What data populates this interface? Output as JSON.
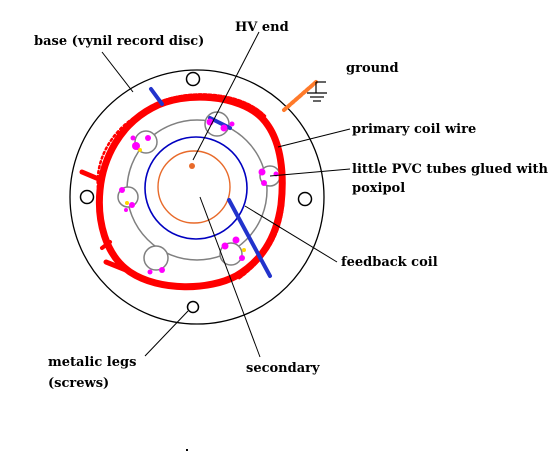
{
  "labels": {
    "hv_end": "HV end",
    "base": "base (vynil record disc)",
    "ground": "ground",
    "primary": "primary coil wire",
    "tubes_line1": "little PVC tubes glued with",
    "tubes_line2": "poxipol",
    "feedback": "feedback coil",
    "legs_line1": "metalic legs",
    "legs_line2": "(screws)",
    "secondary": "secondary"
  },
  "colors": {
    "outline": "#000000",
    "primary_coil": "#ff0000",
    "feedback_coil": "#0000c0",
    "secondary_coil": "#e86a2a",
    "support_ring": "#808080",
    "tube_glue": "#ff00ff",
    "tie_wire": "#2233cc",
    "ground_symbol": "#000000"
  },
  "icons": {
    "ground": "ground-symbol-icon",
    "screw_leg": "screw-hole-icon"
  }
}
